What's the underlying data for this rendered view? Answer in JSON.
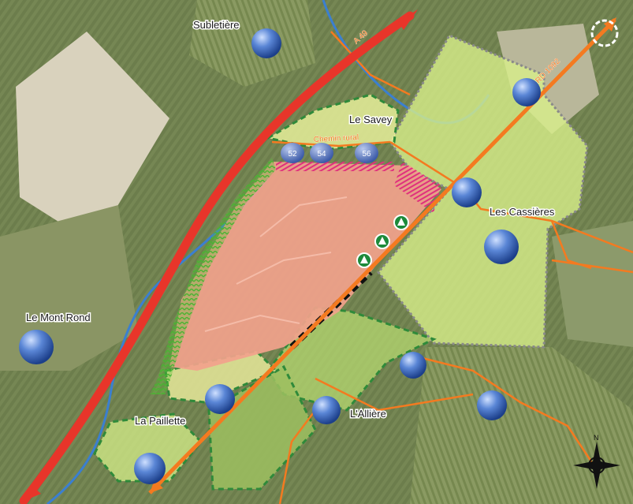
{
  "places": {
    "subletiere": "Subletière",
    "le_savey": "Le Savey",
    "les_cassieres": "Les Cassières",
    "le_mont_rond": "Le Mont Rond",
    "la_paillette": "La Paillette",
    "l_alliere": "L'Allière"
  },
  "roads": {
    "a49": "A 49",
    "rd": "RD 1092",
    "chemin": "Chemin rural"
  },
  "markers": [
    "52",
    "54",
    "56"
  ],
  "colors": {
    "background": "#6f7f52",
    "quarry": "#f2a28c",
    "project_zone": "#d8ef8a",
    "highway": "#e8352a",
    "road": "#f47a20",
    "river": "#3b7fd0",
    "globe": "#3f6fc8"
  }
}
